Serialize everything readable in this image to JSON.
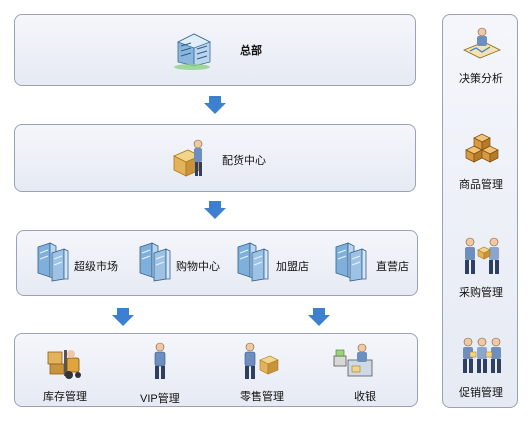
{
  "hq": {
    "label": "总部"
  },
  "distribution": {
    "label": "配货中心"
  },
  "stores": [
    {
      "label": "超级市场"
    },
    {
      "label": "购物中心"
    },
    {
      "label": "加盟店"
    },
    {
      "label": "直营店"
    }
  ],
  "functions": [
    {
      "label": "库存管理"
    },
    {
      "label": "VIP管理"
    },
    {
      "label": "零售管理"
    },
    {
      "label": "收银"
    }
  ],
  "sidebar": [
    {
      "label": "决策分析"
    },
    {
      "label": "商品管理"
    },
    {
      "label": "采购管理"
    },
    {
      "label": "促销管理"
    }
  ],
  "colors": {
    "arrow": "#3d7fd1",
    "border": "#9aa3b5",
    "box_fill": "#eceff6"
  }
}
